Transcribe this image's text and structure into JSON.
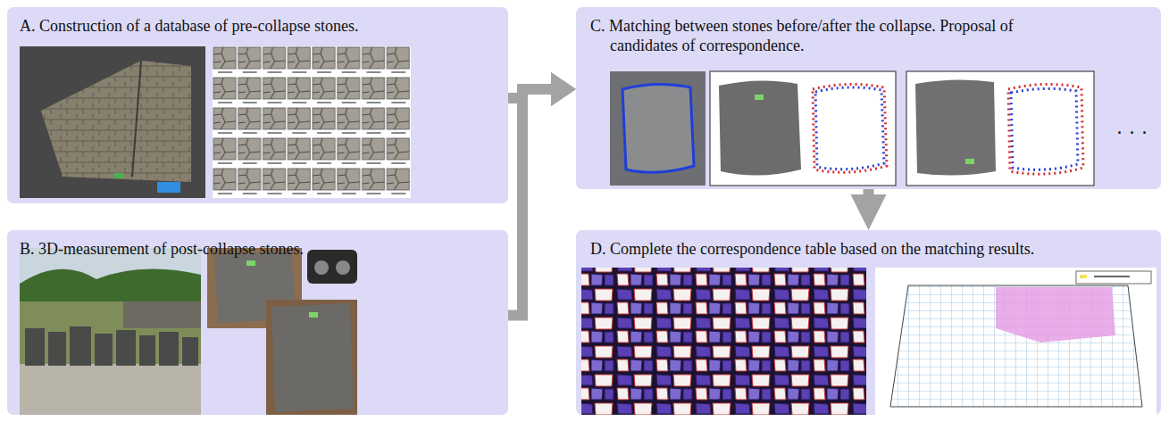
{
  "diagram": {
    "nodes": [
      {
        "text": [
          "A. Construction of a database of pre-collapse stones."
        ]
      },
      {
        "text": [
          "B. 3D-measurement of post-collapse stones."
        ]
      },
      {
        "text": [
          "C. Matching between stones before/after the collapse. Proposal of candidates of correspondence."
        ]
      },
      {
        "text": [
          "D. Complete the correspondence table based on the matching results."
        ]
      }
    ],
    "edges": [
      {
        "from": 0,
        "to": 2,
        "arrow": "to"
      },
      {
        "from": 1,
        "to": 2,
        "arrow": "to"
      },
      {
        "from": 2,
        "to": 3,
        "arrow": "to"
      }
    ],
    "labels": [
      "· · ·"
    ]
  }
}
